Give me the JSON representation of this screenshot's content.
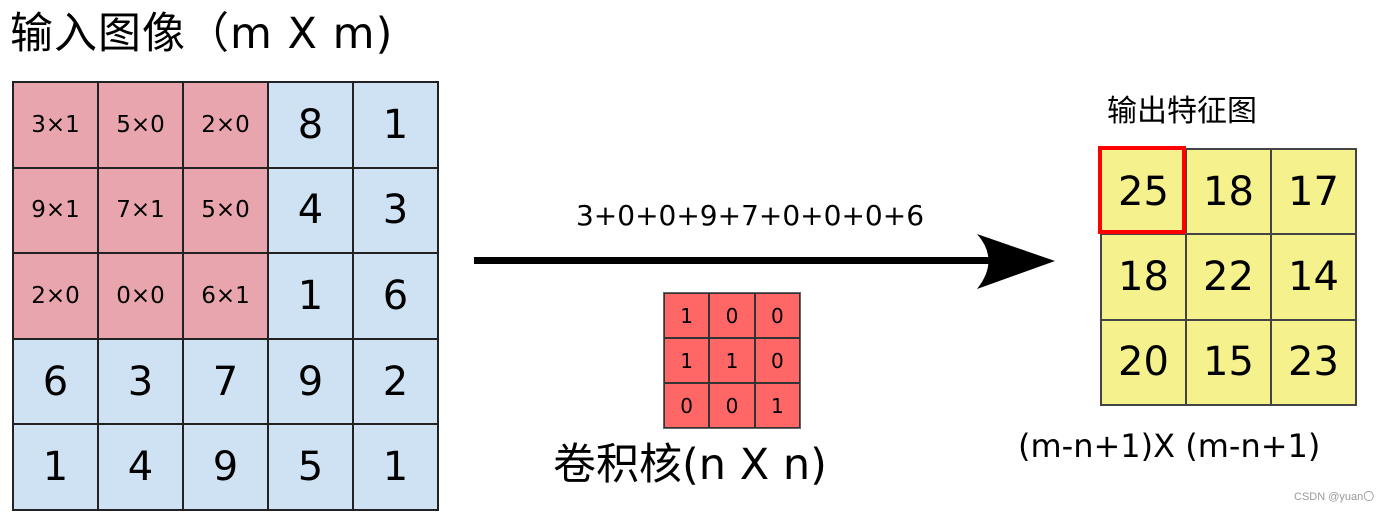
{
  "input": {
    "title": "输入图像（m X m)",
    "rows": [
      [
        "3×1",
        "5×0",
        "2×0",
        "8",
        "1"
      ],
      [
        "9×1",
        "7×1",
        "5×0",
        "4",
        "3"
      ],
      [
        "2×0",
        "0×0",
        "6×1",
        "1",
        "6"
      ],
      [
        "6",
        "3",
        "7",
        "9",
        "2"
      ],
      [
        "1",
        "4",
        "9",
        "5",
        "1"
      ]
    ],
    "highlight_color": "#E8A5AD",
    "base_color": "#CFE2F3"
  },
  "operation": {
    "formula": "3+0+0+9+7+0+0+0+6"
  },
  "kernel": {
    "label": "卷积核(n X n)",
    "rows": [
      [
        "1",
        "0",
        "0"
      ],
      [
        "1",
        "1",
        "0"
      ],
      [
        "0",
        "0",
        "1"
      ]
    ],
    "color": "#FF6666"
  },
  "output": {
    "title": "输出特征图",
    "rows": [
      [
        "25",
        "18",
        "17"
      ],
      [
        "18",
        "22",
        "14"
      ],
      [
        "20",
        "15",
        "23"
      ]
    ],
    "dims_label": "(m-n+1)X (m-n+1)",
    "color": "#F5F28E",
    "focus_color": "#FF0000"
  },
  "watermark": "CSDN @yuan〇"
}
